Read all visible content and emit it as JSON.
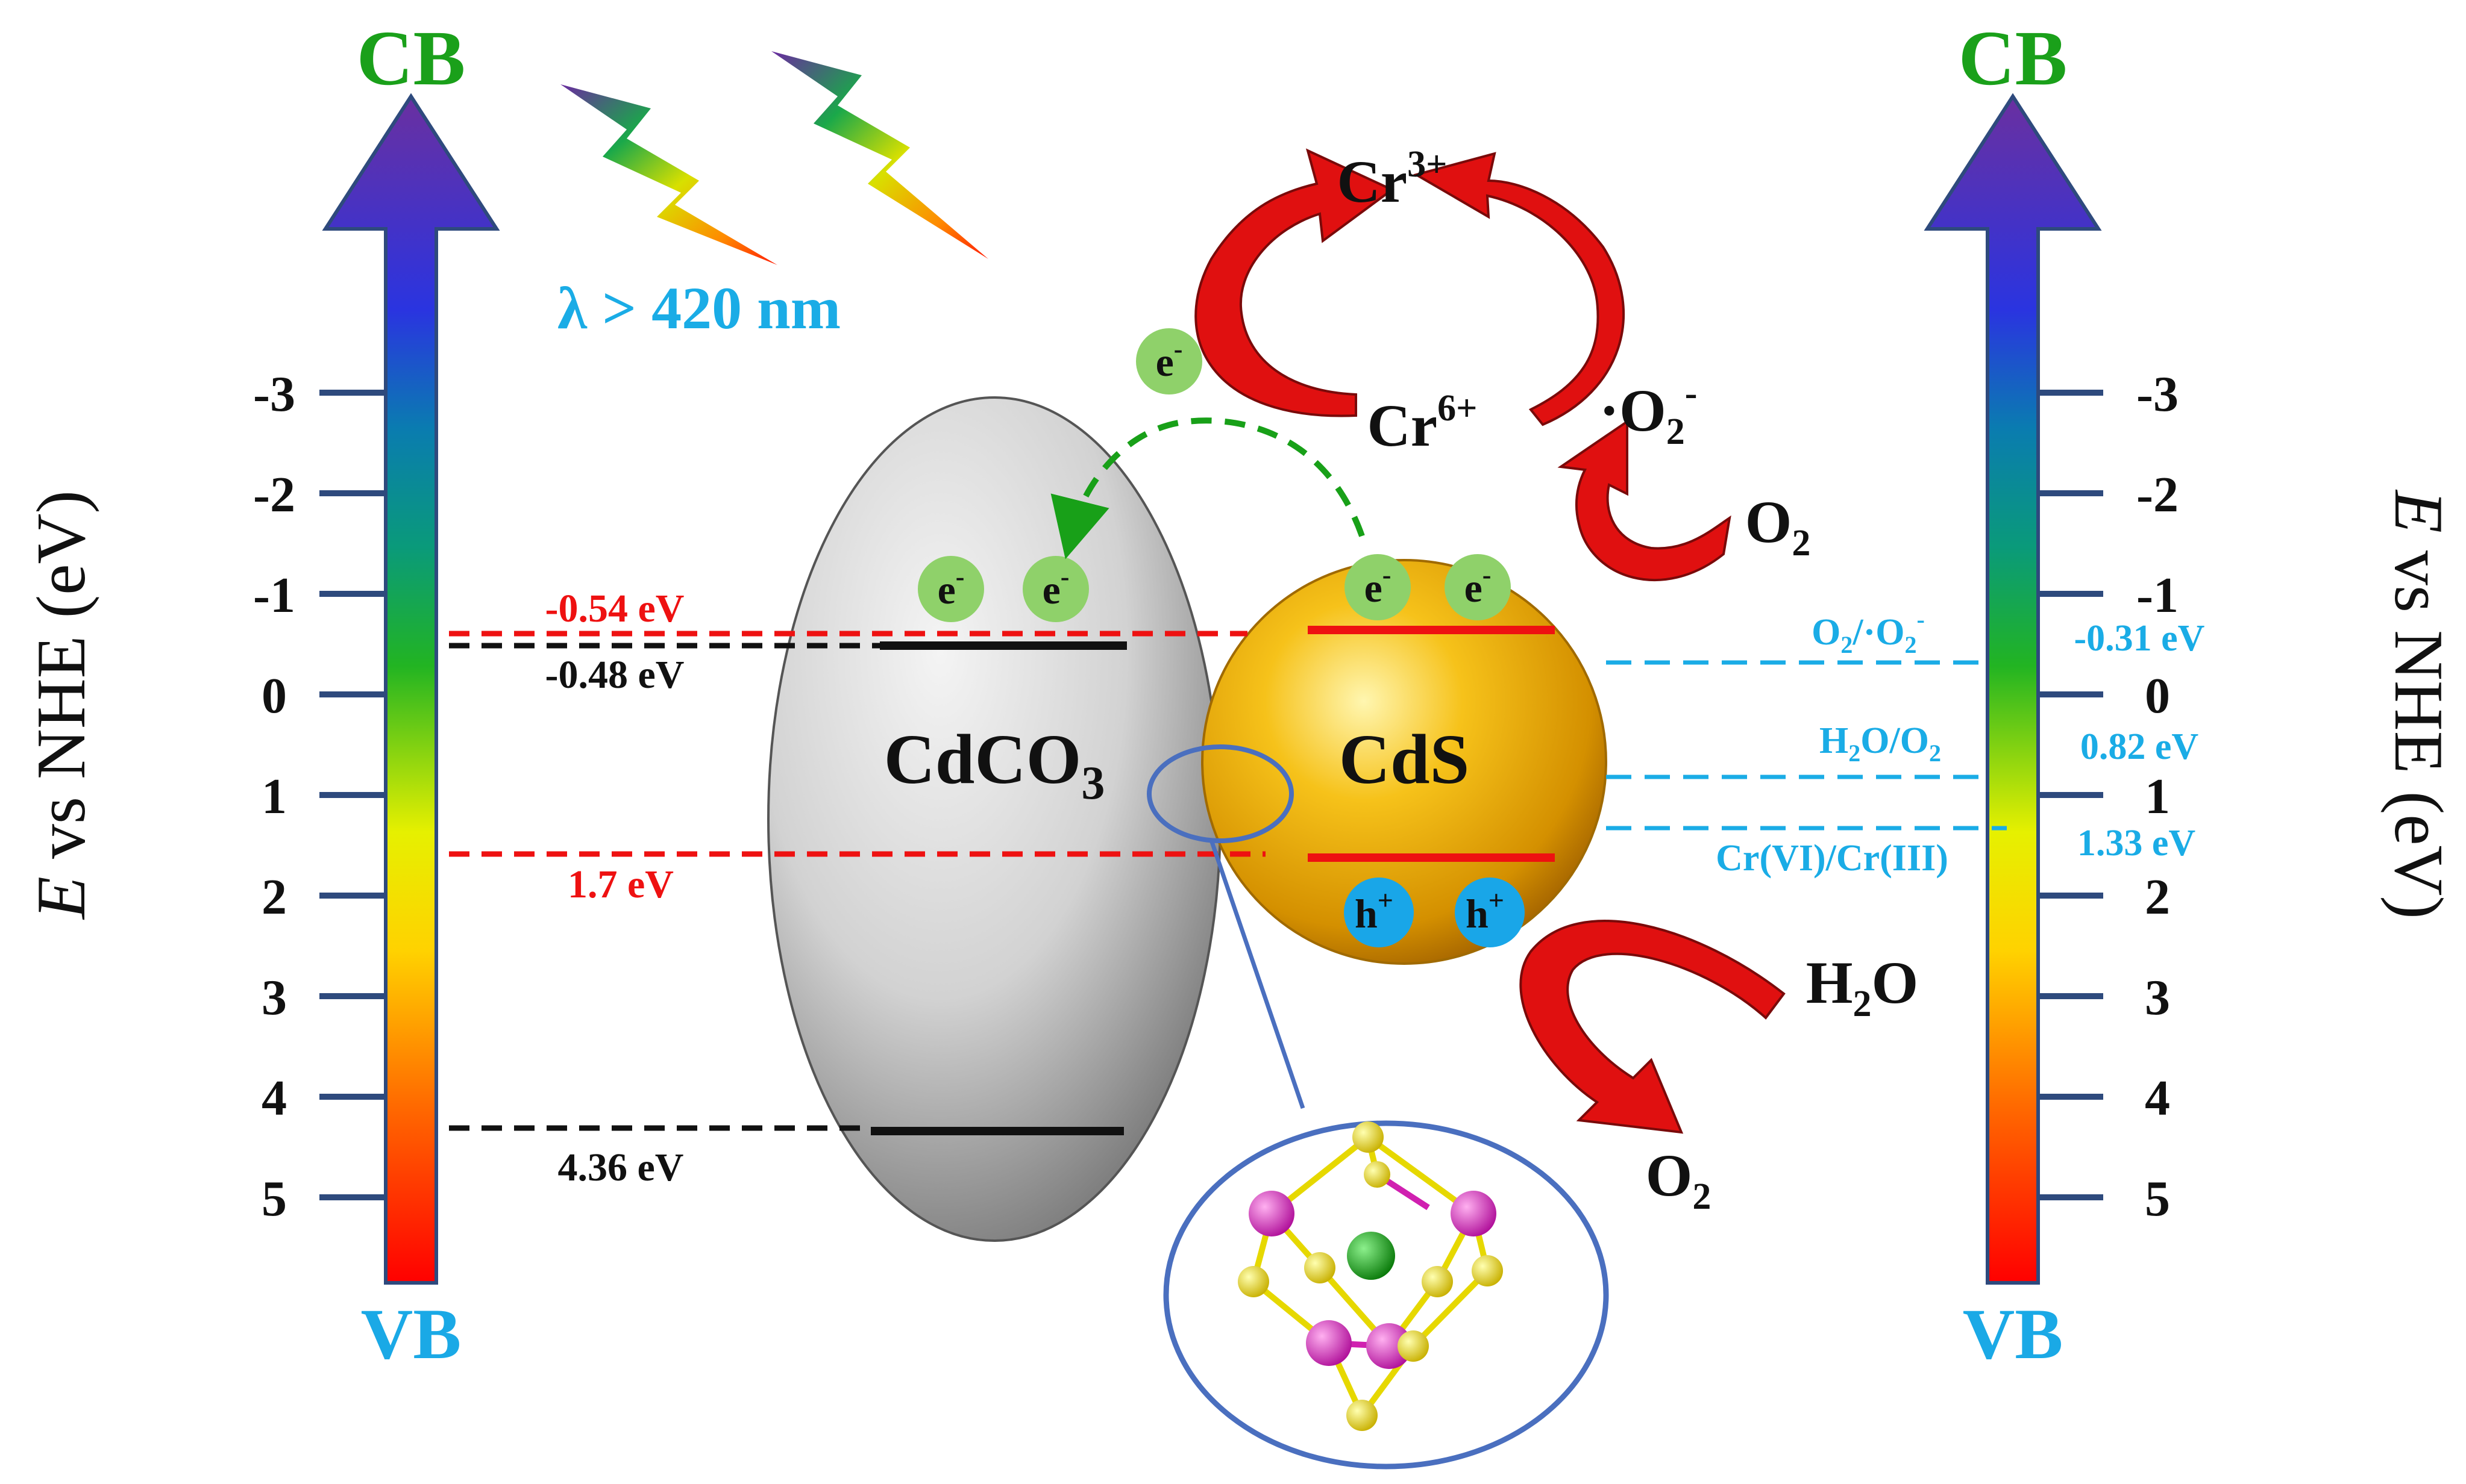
{
  "axis_title": {
    "italic": "E",
    "rest": " vs NHE (eV)"
  },
  "cb_label": "CB",
  "vb_label": "VB",
  "ticks": [
    "-3",
    "-2",
    "-1",
    "0",
    "1",
    "2",
    "3",
    "4",
    "5"
  ],
  "light": {
    "text": "λ > 420 nm"
  },
  "materials": {
    "cdco3": {
      "base": "CdCO",
      "sub": "3"
    },
    "cds": "CdS"
  },
  "cdco3_levels": {
    "red_cb": "-0.54 eV",
    "black_cb": "-0.48 eV",
    "red_vb": "1.7 eV",
    "black_vb": "4.36 eV"
  },
  "redox": [
    {
      "couple_parts": [
        "O",
        "2",
        "/·O",
        "2",
        "-"
      ],
      "value": "-0.31 eV"
    },
    {
      "couple_parts": [
        "H",
        "2",
        "O/O",
        "2"
      ],
      "value": "0.82 eV"
    },
    {
      "couple_text": "Cr(VI)/Cr(III)",
      "value": "1.33 eV"
    }
  ],
  "species": {
    "cr3": {
      "base": "Cr",
      "sup": "3+"
    },
    "cr6": {
      "base": "Cr",
      "sup": "6+"
    },
    "superoxide": {
      "base": "·O",
      "sub": "2",
      "sup": "-"
    },
    "o2_top": {
      "base": "O",
      "sub": "2"
    },
    "h2o": {
      "a": "H",
      "sub": "2",
      "b": "O"
    },
    "o2_bottom": {
      "base": "O",
      "sub": "2"
    }
  },
  "carriers": {
    "electron": {
      "base": "e",
      "sup": "-"
    },
    "hole": {
      "base": "h",
      "sup": "+"
    }
  },
  "colors": {
    "cb_label": "#1aa01a",
    "vb_label": "#1aa9e6",
    "tick": "#2e4a7d",
    "red_level": "#ee1111",
    "cyan": "#1aace6",
    "electron": "#8fd16a",
    "hole": "#19a6e8",
    "cd_atom": "#e020c0",
    "s_atom": "#f0e010",
    "c_atom": "#10a010",
    "inset": "#4a6fbf",
    "arrow_red": "#e01010"
  }
}
